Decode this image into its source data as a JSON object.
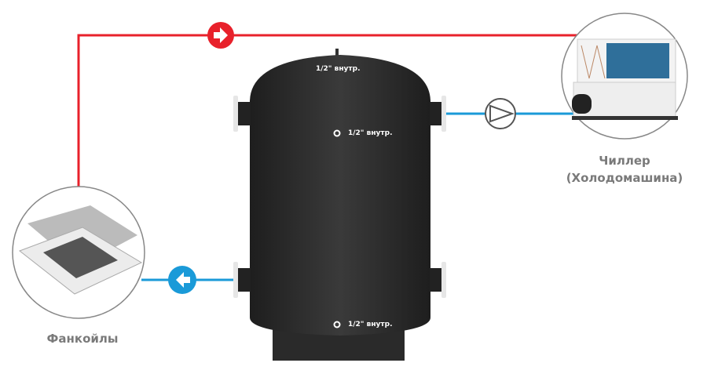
{
  "labels": {
    "chiller_line1": "Чиллер",
    "chiller_line2": "(Холодомашина)",
    "fancoils": "Фанкойлы",
    "port_top": "1/2\" внутр.",
    "port_upper": "1/2\" внутр.",
    "port_bottom": "1/2\" внутр."
  },
  "colors": {
    "supply": "#e8212b",
    "return": "#1a9ad8",
    "tank": "#2d2d2d"
  },
  "icons": {
    "supply_arrow": "arrow-right-icon",
    "return_arrow": "arrow-left-icon",
    "pump": "pump-icon"
  }
}
